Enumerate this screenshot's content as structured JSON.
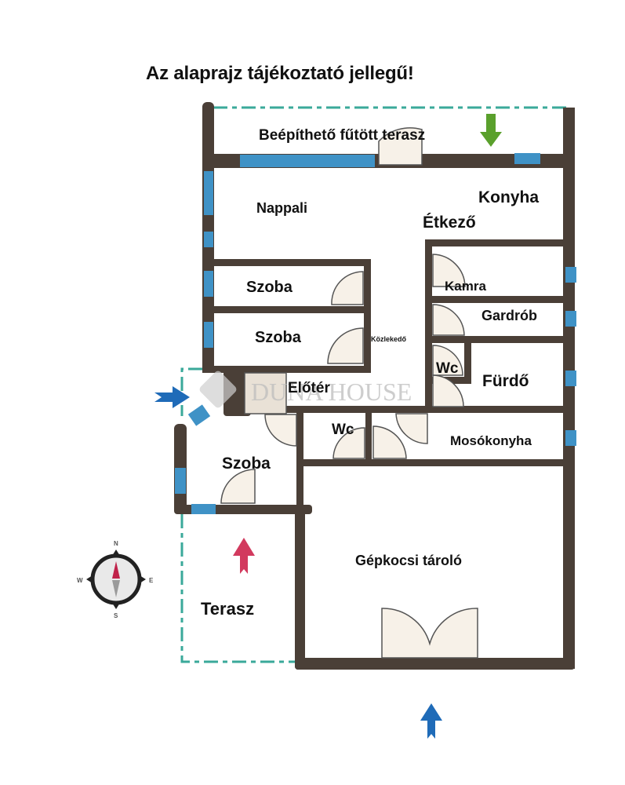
{
  "title": "Az alaprajz tájékoztató jellegű!",
  "rooms": {
    "terrace_top": "Beépíthető fűtött terasz",
    "living": "Nappali",
    "kitchen": "Konyha",
    "dining": "Étkező",
    "room1": "Szoba",
    "room2": "Szoba",
    "corridor": "Közlekedő",
    "pantry": "Kamra",
    "wardrobe": "Gardrób",
    "wc1": "Wc",
    "bathroom": "Fürdő",
    "hall": "Előtér",
    "wc2": "Wc",
    "laundry": "Mosókonyha",
    "room3": "Szoba",
    "garage": "Gépkocsi tároló",
    "terrace": "Terasz"
  },
  "watermark": "DUNA HOUSE",
  "compass": {
    "n": "N",
    "e": "E",
    "s": "S",
    "w": "W"
  },
  "colors": {
    "wall": "#4a3f37",
    "window": "#3f92c6",
    "door_fill": "#f7f1e8",
    "terrace_line": "#3aa99a",
    "arrow_green": "#5aa02c",
    "arrow_red": "#d23a5e",
    "arrow_blue": "#1f6bb8"
  }
}
